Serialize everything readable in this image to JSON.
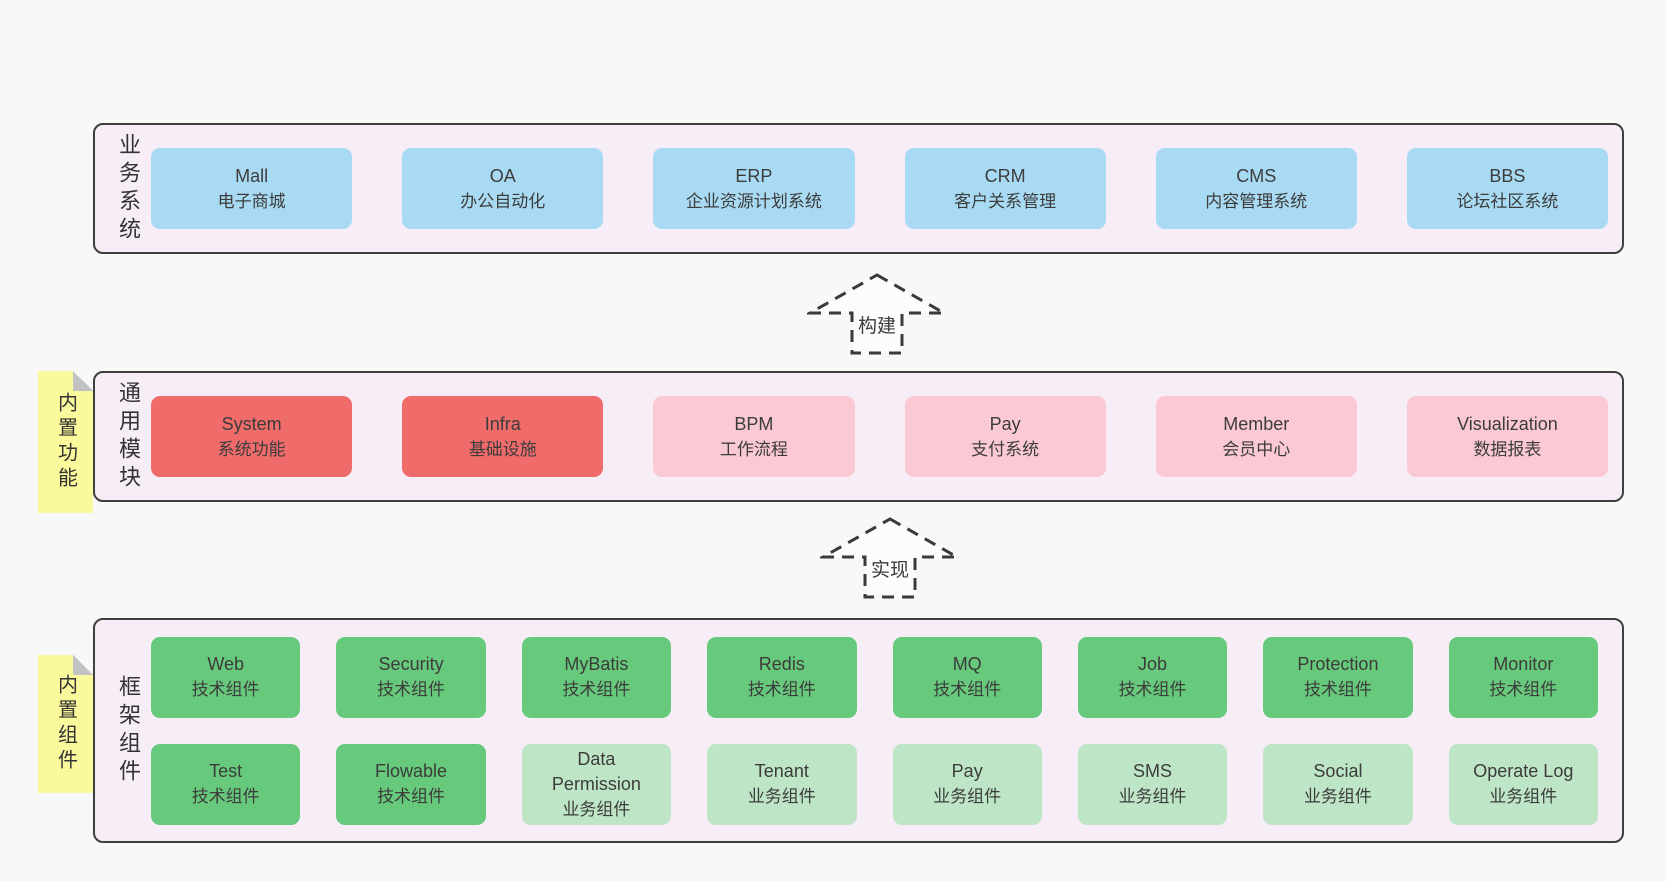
{
  "palette": {
    "page_bg": "#f8f8f8",
    "band_bg": "#f7edf6",
    "band_border": "#3f3f3f",
    "blue_box": "#a9daf3",
    "red_box": "#ef6c6b",
    "pink_box": "#fac9d3",
    "green_box": "#67c97b",
    "light_green_box": "#bee5c5",
    "sticky_yellow": "#fafa9d",
    "fold_gray": "#c2c2c2"
  },
  "bands": [
    {
      "label": "业务系统",
      "boxes": [
        {
          "name": "Mall",
          "desc": "电子商城"
        },
        {
          "name": "OA",
          "desc": "办公自动化"
        },
        {
          "name": "ERP",
          "desc": "企业资源计划系统"
        },
        {
          "name": "CRM",
          "desc": "客户关系管理"
        },
        {
          "name": "CMS",
          "desc": "内容管理系统"
        },
        {
          "name": "BBS",
          "desc": "论坛社区系统"
        }
      ]
    },
    {
      "label": "通用模块",
      "sticky": "内置功能",
      "boxes": [
        {
          "name": "System",
          "desc": "系统功能"
        },
        {
          "name": "Infra",
          "desc": "基础设施"
        },
        {
          "name": "BPM",
          "desc": "工作流程"
        },
        {
          "name": "Pay",
          "desc": "支付系统"
        },
        {
          "name": "Member",
          "desc": "会员中心"
        },
        {
          "name": "Visualization",
          "desc": "数据报表"
        }
      ]
    },
    {
      "label": "框架组件",
      "sticky": "内置组件",
      "rows": [
        [
          {
            "name": "Web",
            "desc": "技术组件"
          },
          {
            "name": "Security",
            "desc": "技术组件"
          },
          {
            "name": "MyBatis",
            "desc": "技术组件"
          },
          {
            "name": "Redis",
            "desc": "技术组件"
          },
          {
            "name": "MQ",
            "desc": "技术组件"
          },
          {
            "name": "Job",
            "desc": "技术组件"
          },
          {
            "name": "Protection",
            "desc": "技术组件"
          },
          {
            "name": "Monitor",
            "desc": "技术组件"
          }
        ],
        [
          {
            "name": "Test",
            "desc": "技术组件"
          },
          {
            "name": "Flowable",
            "desc": "技术组件"
          },
          {
            "name": "Data Permission",
            "desc": "业务组件"
          },
          {
            "name": "Tenant",
            "desc": "业务组件"
          },
          {
            "name": "Pay",
            "desc": "业务组件"
          },
          {
            "name": "SMS",
            "desc": "业务组件"
          },
          {
            "name": "Social",
            "desc": "业务组件"
          },
          {
            "name": "Operate Log",
            "desc": "业务组件"
          }
        ]
      ]
    }
  ],
  "arrows": [
    {
      "label": "构建"
    },
    {
      "label": "实现"
    }
  ]
}
